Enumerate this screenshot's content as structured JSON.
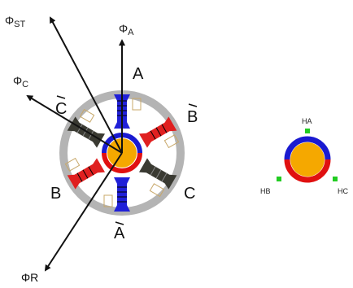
{
  "labels": {
    "phi_st": {
      "main": "Φ",
      "sub": "ST"
    },
    "phi_a": {
      "main": "Φ",
      "sub": "A"
    },
    "phi_c": {
      "main": "Φ",
      "sub": "C"
    },
    "phi_r": "ΦR",
    "coil_a": "A",
    "coil_a_bar": "A",
    "coil_b": "B",
    "coil_b_bar": "B",
    "coil_c": "C",
    "coil_c_bar": "C",
    "ha": "HA",
    "hb": "HB",
    "hc": "HC"
  },
  "colors": {
    "phase_a": "#2020d8",
    "phase_b": "#e02020",
    "phase_c": "#3a3a32",
    "rotor": "#f5a800",
    "stator_ring": "#b4b4b4",
    "hall_sensor": "#22cc22",
    "magnet_blue": "#1a1ad0",
    "magnet_red": "#e01010"
  }
}
